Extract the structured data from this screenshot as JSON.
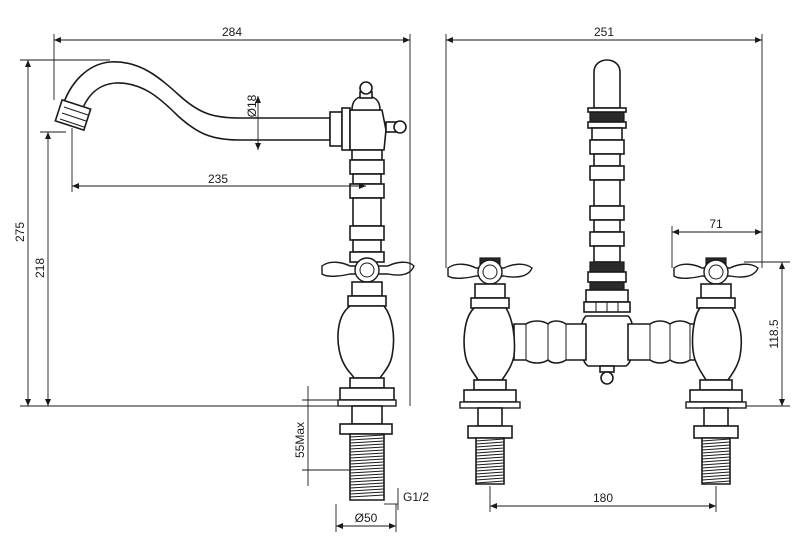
{
  "dimensions": {
    "width_total": "284",
    "reach": "235",
    "height_total": "275",
    "height_spout": "218",
    "spout_diameter": "Ø18",
    "deck_thickness": "55Max",
    "thread": "G1/2",
    "base_diameter": "Ø50",
    "front_width": "251",
    "handle_offset": "71",
    "body_height": "118.5",
    "centres": "180"
  }
}
